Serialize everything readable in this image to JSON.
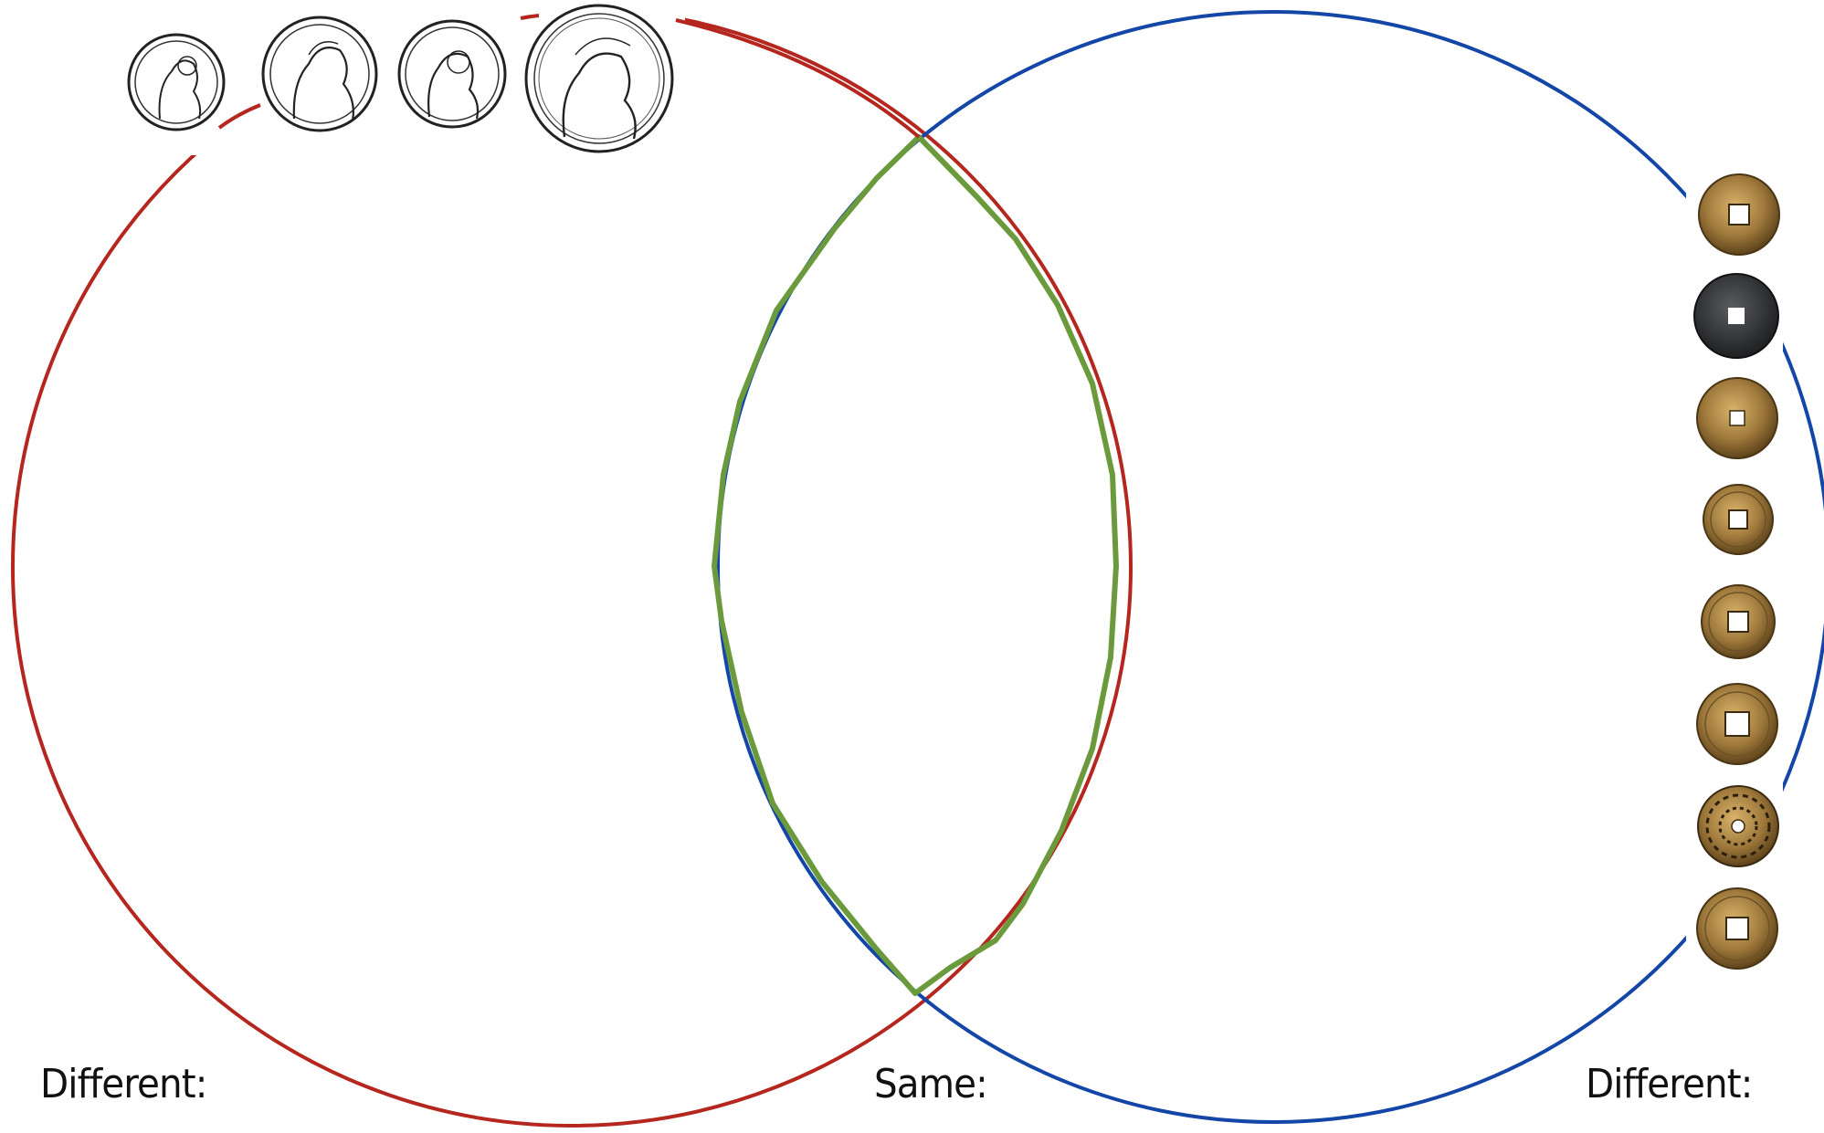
{
  "labels": {
    "left": "Different:",
    "middle": "Same:",
    "right": "Different:"
  },
  "colors": {
    "left_circle": "#b5261e",
    "right_circle": "#1346a6",
    "overlap_outline": "#6b9a3c",
    "chinese_coin_bronze": "#a07a3c",
    "chinese_coin_dark": "#2e3033"
  },
  "us_coins": [
    {
      "name": "penny",
      "icon": "penny-icon"
    },
    {
      "name": "nickel",
      "icon": "nickel-icon"
    },
    {
      "name": "dime",
      "icon": "dime-icon"
    },
    {
      "name": "quarter",
      "icon": "quarter-icon"
    }
  ],
  "chinese_coins": [
    {
      "name": "chinese-coin-1",
      "tone": "bronze"
    },
    {
      "name": "chinese-coin-2",
      "tone": "dark"
    },
    {
      "name": "chinese-coin-3",
      "tone": "bronze"
    },
    {
      "name": "chinese-coin-4",
      "tone": "bronze"
    },
    {
      "name": "chinese-coin-5",
      "tone": "bronze"
    },
    {
      "name": "chinese-coin-6",
      "tone": "bronze"
    },
    {
      "name": "chinese-coin-7",
      "tone": "ornate"
    },
    {
      "name": "chinese-coin-8",
      "tone": "bronze"
    }
  ]
}
